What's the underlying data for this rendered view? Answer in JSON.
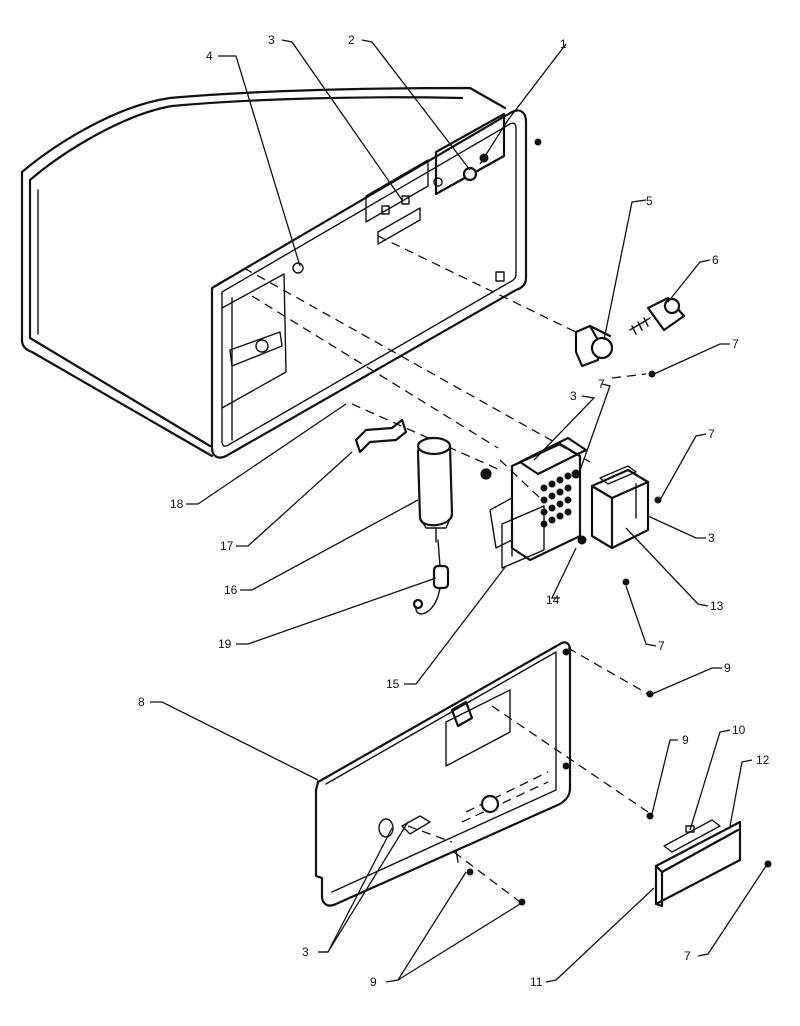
{
  "callouts": [
    {
      "id": "c1",
      "text": "1"
    },
    {
      "id": "c2",
      "text": "2"
    },
    {
      "id": "c3a",
      "text": "3"
    },
    {
      "id": "c4",
      "text": "4"
    },
    {
      "id": "c5",
      "text": "5"
    },
    {
      "id": "c6",
      "text": "6"
    },
    {
      "id": "c7a",
      "text": "7"
    },
    {
      "id": "c3b",
      "text": "3"
    },
    {
      "id": "c7b",
      "text": "7"
    },
    {
      "id": "c7c",
      "text": "7"
    },
    {
      "id": "c3c",
      "text": "3"
    },
    {
      "id": "c18",
      "text": "18"
    },
    {
      "id": "c17",
      "text": "17"
    },
    {
      "id": "c16",
      "text": "16"
    },
    {
      "id": "c14",
      "text": "14"
    },
    {
      "id": "c13",
      "text": "13"
    },
    {
      "id": "c7d",
      "text": "7"
    },
    {
      "id": "c19",
      "text": "19"
    },
    {
      "id": "c15",
      "text": "15"
    },
    {
      "id": "c9a",
      "text": "9"
    },
    {
      "id": "c8",
      "text": "8"
    },
    {
      "id": "c9b",
      "text": "9"
    },
    {
      "id": "c10",
      "text": "10"
    },
    {
      "id": "c12",
      "text": "12"
    },
    {
      "id": "c3d",
      "text": "3"
    },
    {
      "id": "c9c",
      "text": "9"
    },
    {
      "id": "c11",
      "text": "11"
    },
    {
      "id": "c7e",
      "text": "7"
    }
  ]
}
